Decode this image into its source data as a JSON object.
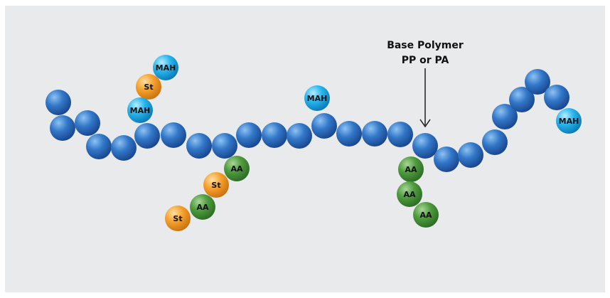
{
  "annotation": {
    "line1": "Base Polymer",
    "line2": "PP or PA"
  },
  "colors": {
    "background": "#e9eaeb",
    "base_polymer": "#2f6fbf",
    "mah": "#22b1ea",
    "styrene": "#f4a12c",
    "acrylic_acid": "#4e9a3e",
    "label_text": "#111111"
  },
  "bead_labels": {
    "mah": "MAH",
    "st": "St",
    "aa": "AA"
  }
}
